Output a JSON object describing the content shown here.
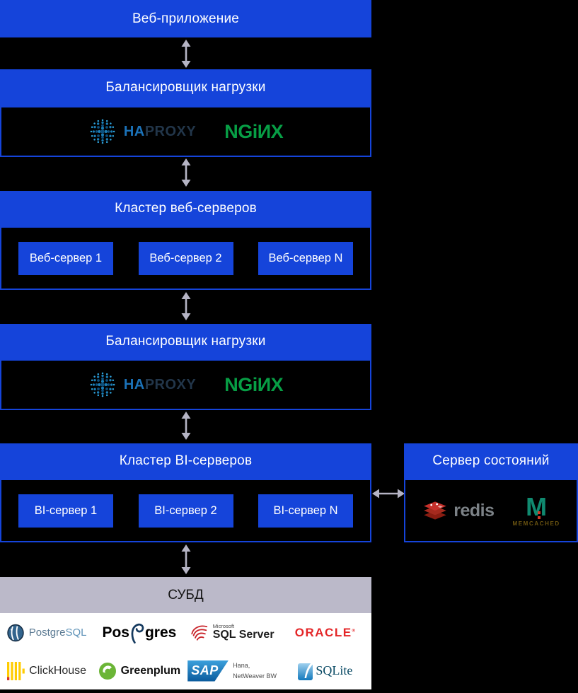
{
  "colors": {
    "accent_blue": "#1544da",
    "arrow_gray": "#b5b4c4",
    "dbms_header_bg": "#bbb9c9",
    "nginx_green": "#079e45",
    "haproxy_blue": "#1b72b8",
    "haproxy_navy": "#22364a",
    "redis_red": "#c6302b",
    "redis_text": "#7c8287",
    "memcached_teal": "#108a70",
    "memcached_text": "#6b5410",
    "oracle_red": "#e42527",
    "postgres_navy": "#153a5f",
    "postgres_blue": "#2d9fd6",
    "postgresql_slate": "#5a7992",
    "postgresql_sql": "#5f93b8",
    "clickhouse_yellow": "#ffcc01",
    "clickhouse_red": "#d8342c",
    "clickhouse_text": "#2b2b2b",
    "greenplum_green": "#6bb536",
    "sqlserver_text": "#1d1d1d",
    "sap_caption": "#4a4a4a",
    "sqlite_navy": "#074863"
  },
  "boxes": {
    "web_app": {
      "title": "Веб-приложение"
    },
    "load_balancer_1": {
      "title": "Балансировщик нагрузки"
    },
    "web_cluster": {
      "title": "Кластер веб-серверов",
      "servers": [
        "Веб-сервер 1",
        "Веб-сервер 2",
        "Веб-сервер N"
      ]
    },
    "load_balancer_2": {
      "title": "Балансировщик нагрузки"
    },
    "bi_cluster": {
      "title": "Кластер BI-серверов",
      "servers": [
        "BI-сервер 1",
        "BI-сервер 2",
        "BI-сервер N"
      ]
    },
    "state_server": {
      "title": "Сервер состояний"
    },
    "dbms": {
      "title": "СУБД"
    }
  },
  "logos": {
    "haproxy": {
      "part1": "HA",
      "part2": "PROXY"
    },
    "nginx": {
      "text": "NGiИX"
    },
    "redis": {
      "text": "redis"
    },
    "memcached": {
      "letter": "M",
      "text": "MEMCACHED"
    },
    "postgresql": {
      "part1": "Postgre",
      "part2": "SQL"
    },
    "postgres": {
      "part1": "Pos",
      "part2": "gres"
    },
    "sql_server": {
      "brand": "Microsoft",
      "text": "SQL Server"
    },
    "oracle": {
      "text": "ORACLE",
      "reg": "®"
    },
    "clickhouse": {
      "text": "ClickHouse"
    },
    "greenplum": {
      "text": "Greenplum"
    },
    "sap": {
      "text": "SAP",
      "caption_line1": "Hana,",
      "caption_line2": "NetWeaver BW"
    },
    "sqlite": {
      "text": "SQLite"
    }
  }
}
